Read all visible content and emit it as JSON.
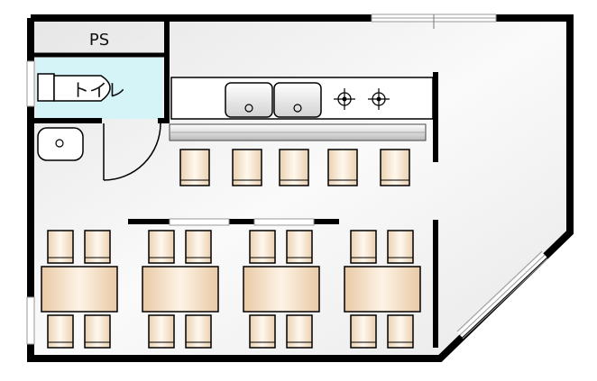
{
  "plan": {
    "labels": {
      "ps": "PS",
      "toilet": "トイレ"
    },
    "colors": {
      "wall": "#000000",
      "floor": "#f1f1f1",
      "toilet_floor": "#d4f4f8",
      "furniture": "#f2dcc6",
      "window_frame": "#9a9a9a"
    },
    "furniture": {
      "counter_stools": 5,
      "dining_tables": 4,
      "chairs_per_table": 4,
      "kitchen_sinks": 2,
      "gas_burners": 2
    }
  }
}
